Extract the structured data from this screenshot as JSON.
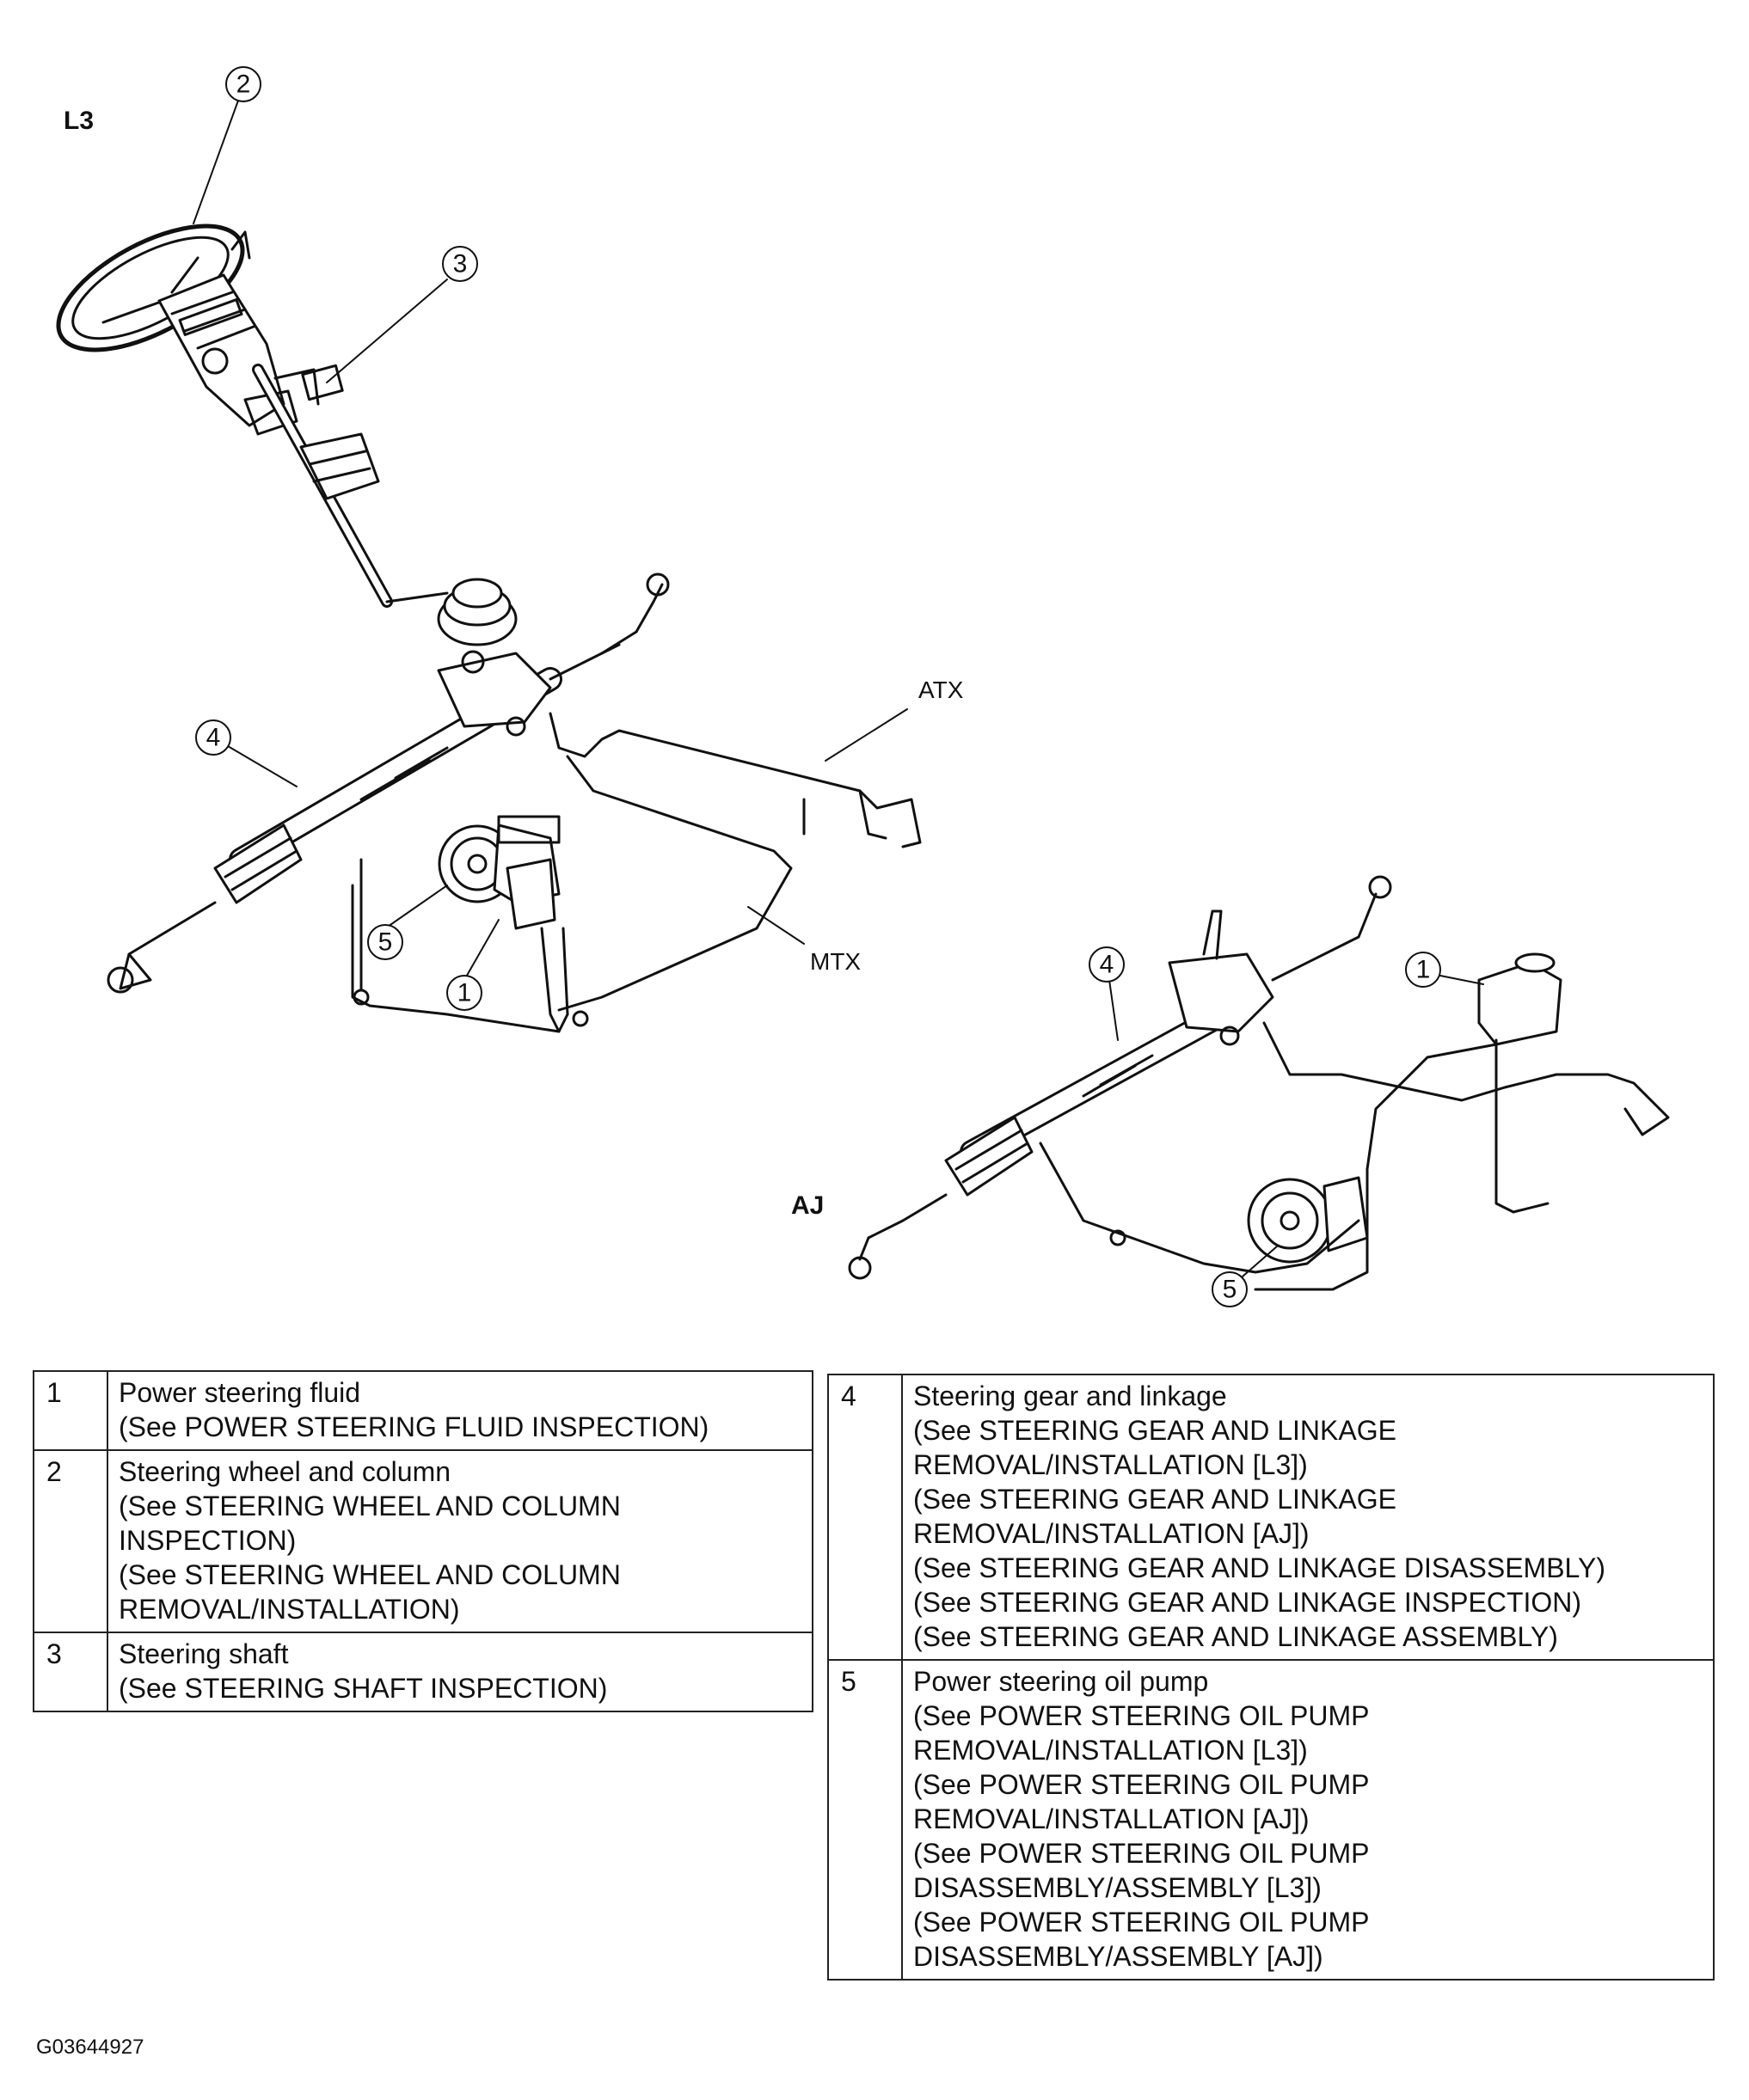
{
  "variants": {
    "l3": "L3",
    "aj": "AJ"
  },
  "callouts": {
    "atx": "ATX",
    "mtx": "MTX",
    "n1": "1",
    "n2": "2",
    "n3": "3",
    "n4": "4",
    "n5": "5"
  },
  "legend": [
    {
      "num": "1",
      "lines": [
        "Power steering fluid",
        "(See POWER STEERING FLUID INSPECTION)"
      ]
    },
    {
      "num": "2",
      "lines": [
        "Steering wheel and column",
        "(See STEERING WHEEL AND COLUMN",
        "INSPECTION)",
        "(See  STEERING WHEEL AND COLUMN",
        "REMOVAL/INSTALLATION)"
      ]
    },
    {
      "num": "3",
      "lines": [
        "Steering shaft",
        "(See STEERING SHAFT INSPECTION)"
      ]
    },
    {
      "num": "4",
      "lines": [
        "Steering gear and linkage",
        "(See  STEERING GEAR AND LINKAGE",
        "REMOVAL/INSTALLATION [L3])",
        "(See STEERING GEAR AND LINKAGE",
        "REMOVAL/INSTALLATION [AJ])",
        "(See  STEERING GEAR AND LINKAGE DISASSEMBLY)",
        "(See STEERING GEAR AND LINKAGE INSPECTION)",
        "(See  STEERING GEAR AND LINKAGE  ASSEMBLY)"
      ]
    },
    {
      "num": "5",
      "lines": [
        "Power steering oil pump",
        "(See POWER STEERING OIL PUMP",
        "REMOVAL/INSTALLATION [L3])",
        "(See POWER STEERING OIL PUMP",
        "REMOVAL/INSTALLATION [AJ])",
        "(See  POWER STEERING OIL PUMP",
        "DISASSEMBLY/ASSEMBLY [L3])",
        "(See  POWER STEERING OIL PUMP",
        "DISASSEMBLY/ASSEMBLY [AJ])"
      ]
    }
  ],
  "figure_code": "G03644927"
}
